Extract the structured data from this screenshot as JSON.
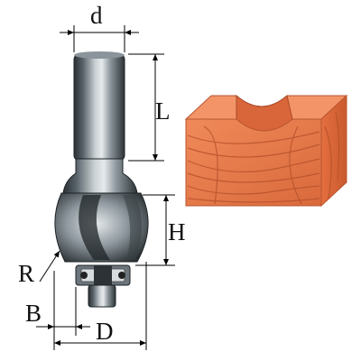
{
  "labels": {
    "d": "d",
    "L": "L",
    "H": "H",
    "R": "R",
    "B": "B",
    "D": "D"
  },
  "colors": {
    "metal_dark": "#2b3135",
    "metal_light": "#d3d8db",
    "wood_face": "#e7794a",
    "wood_top": "#ee8f64",
    "wood_grain": "#b5512b",
    "line": "#000000",
    "text": "#111111"
  },
  "icons": {
    "tool": "router-bit-icon",
    "workpiece": "wood-block-icon",
    "bearing": "bearing-icon"
  }
}
